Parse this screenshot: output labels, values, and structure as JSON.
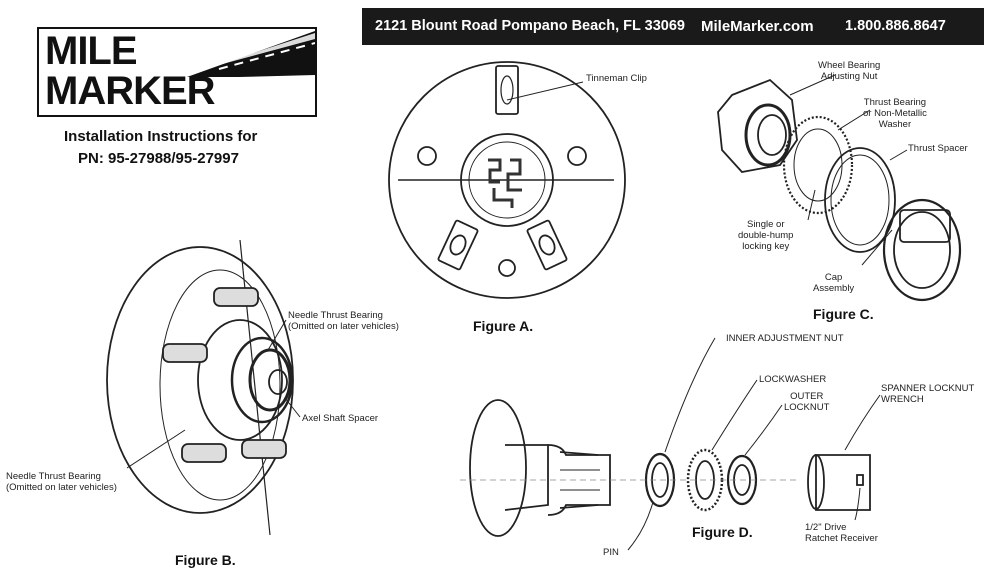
{
  "brand": {
    "line1": "MILE",
    "line2": "MARKER"
  },
  "header": {
    "address": "2121 Blount Road Pompano Beach, FL 33069",
    "website": "MileMarker.com",
    "phone": "1.800.886.8647"
  },
  "title": {
    "line1": "Installation Instructions for",
    "line2": "PN: 95-27988/95-27997"
  },
  "figures": {
    "a": {
      "caption": "Figure A.",
      "tinneman_clip": "Tinneman Clip"
    },
    "b": {
      "caption": "Figure B.",
      "needle_top_1": "Needle Thrust Bearing",
      "needle_top_2": "(Omitted on later vehicles)",
      "axel_spacer": "Axel Shaft Spacer",
      "needle_bottom_1": "Needle Thrust Bearing",
      "needle_bottom_2": "(Omitted on later vehicles)"
    },
    "c": {
      "caption": "Figure C.",
      "wheel_nut_1": "Wheel Bearing",
      "wheel_nut_2": "Adjusting Nut",
      "thrust_bearing_1": "Thrust Bearing",
      "thrust_bearing_2": "or Non-Metallic",
      "thrust_bearing_3": "Washer",
      "thrust_spacer": "Thrust Spacer",
      "locking_key_1": "Single or",
      "locking_key_2": "double-hump",
      "locking_key_3": "locking key",
      "cap_1": "Cap",
      "cap_2": "Assembly"
    },
    "d": {
      "caption": "Figure D.",
      "inner_nut": "INNER ADJUSTMENT NUT",
      "lockwasher": "LOCKWASHER",
      "outer_1": "OUTER",
      "outer_2": "LOCKNUT",
      "spanner_1": "SPANNER LOCKNUT",
      "spanner_2": "WRENCH",
      "pin": "PIN",
      "drive_1": "1/2\" Drive",
      "drive_2": "Ratchet Receiver"
    }
  }
}
